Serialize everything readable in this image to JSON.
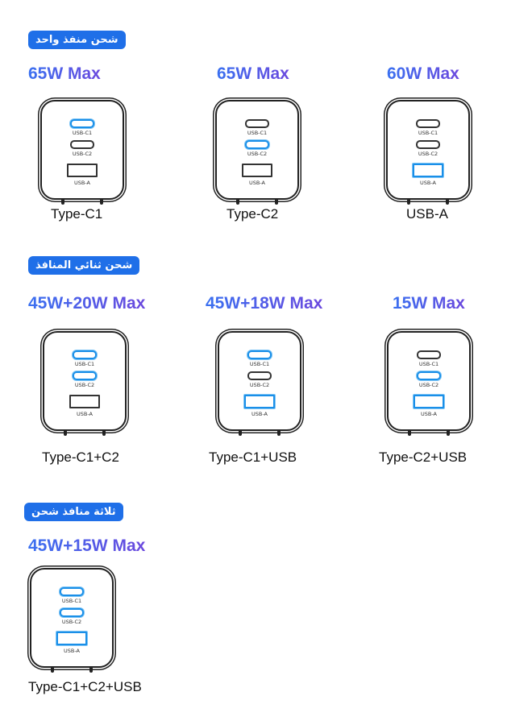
{
  "sections": [
    {
      "badge": "شحن منفذ واحد"
    },
    {
      "badge": "شحن ثنائي المنافذ"
    },
    {
      "badge": "ثلاثة منافذ شحن"
    }
  ],
  "port_labels": {
    "c1": "USB-C1",
    "c2": "USB-C2",
    "a": "USB-A"
  },
  "colors": {
    "badge": "#1f6fe8",
    "active_port": "#1a8fe8"
  },
  "items": [
    {
      "power": "65W Max",
      "caption": "Type-C1",
      "active": [
        "c1"
      ]
    },
    {
      "power": "65W Max",
      "caption": "Type-C2",
      "active": [
        "c2"
      ]
    },
    {
      "power": "60W Max",
      "caption": "USB-A",
      "active": [
        "a"
      ]
    },
    {
      "power": "45W+20W Max",
      "caption": "Type-C1+C2",
      "active": [
        "c1",
        "c2"
      ]
    },
    {
      "power": "45W+18W Max",
      "caption": "Type-C1+USB",
      "active": [
        "c1",
        "a"
      ]
    },
    {
      "power": "15W Max",
      "caption": "Type-C2+USB",
      "active": [
        "c2",
        "a"
      ]
    },
    {
      "power": "45W+15W Max",
      "caption": "Type-C1+C2+USB",
      "active": [
        "c1",
        "c2",
        "a"
      ]
    }
  ]
}
